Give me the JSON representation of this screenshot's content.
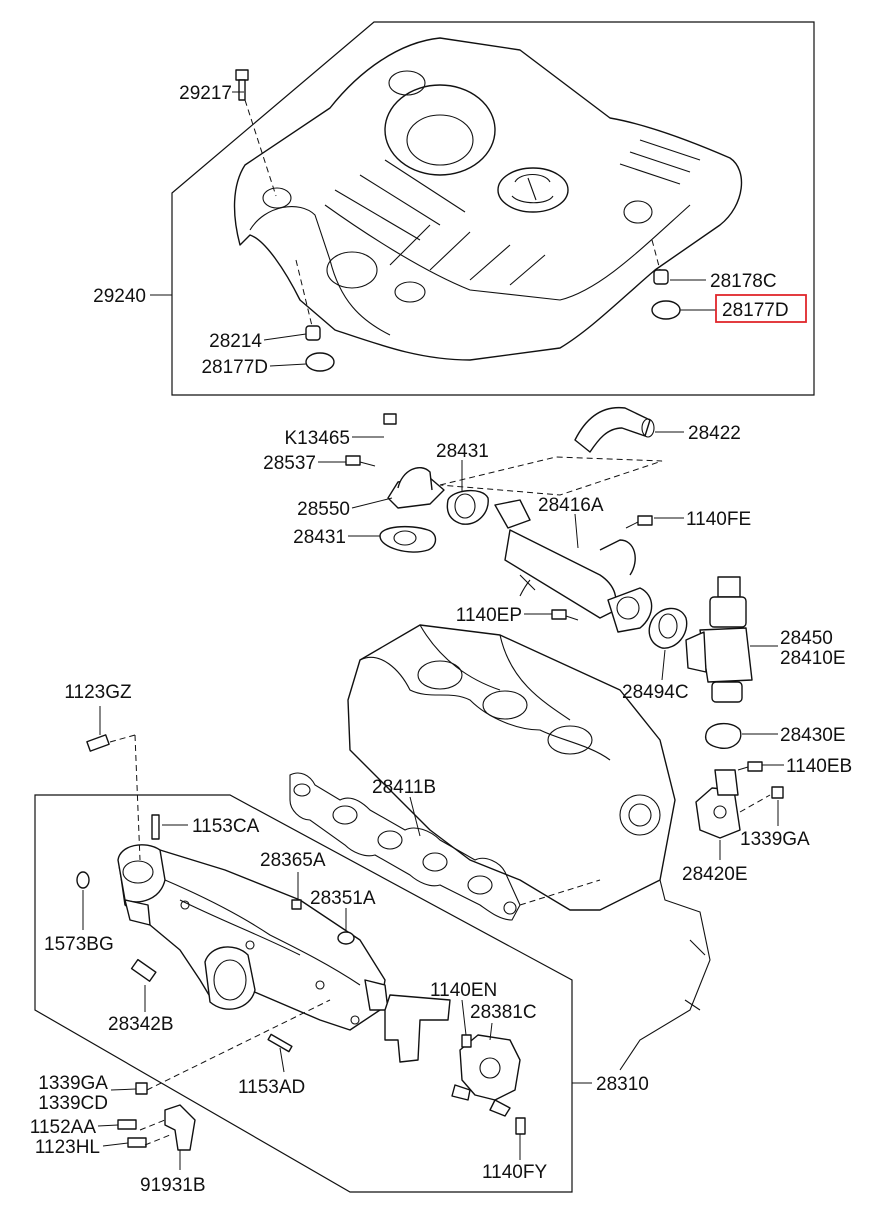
{
  "title": "",
  "highlighted_part": "28177D",
  "colors": {
    "highlight": "#e0262b",
    "line": "#111111"
  },
  "callouts": {
    "c29217": "29217",
    "c29240": "29240",
    "c28214": "28214",
    "c28177D_left": "28177D",
    "c28178C": "28178C",
    "c28177D_right": "28177D",
    "cK13465": "K13465",
    "c28537": "28537",
    "c28431_top": "28431",
    "c28422": "28422",
    "c28550": "28550",
    "c28416A": "28416A",
    "c1140FE": "1140FE",
    "c28431_bottom": "28431",
    "c1140EP": "1140EP",
    "c28450": "28450",
    "c28410E": "28410E",
    "c28494C": "28494C",
    "c1123GZ": "1123GZ",
    "c28430E": "28430E",
    "c1140EB": "1140EB",
    "c28411B": "28411B",
    "c1153CA": "1153CA",
    "c1339GA_right": "1339GA",
    "c28365A": "28365A",
    "c28420E": "28420E",
    "c28351A": "28351A",
    "c1573BG": "1573BG",
    "c28342B": "28342B",
    "c1140EN": "1140EN",
    "c28381C": "28381C",
    "c1339GA_left": "1339GA",
    "c1339CD": "1339CD",
    "c1153AD": "1153AD",
    "c28310": "28310",
    "c1152AA": "1152AA",
    "c1123HL": "1123HL",
    "c1140FY": "1140FY",
    "c91931B": "91931B"
  }
}
